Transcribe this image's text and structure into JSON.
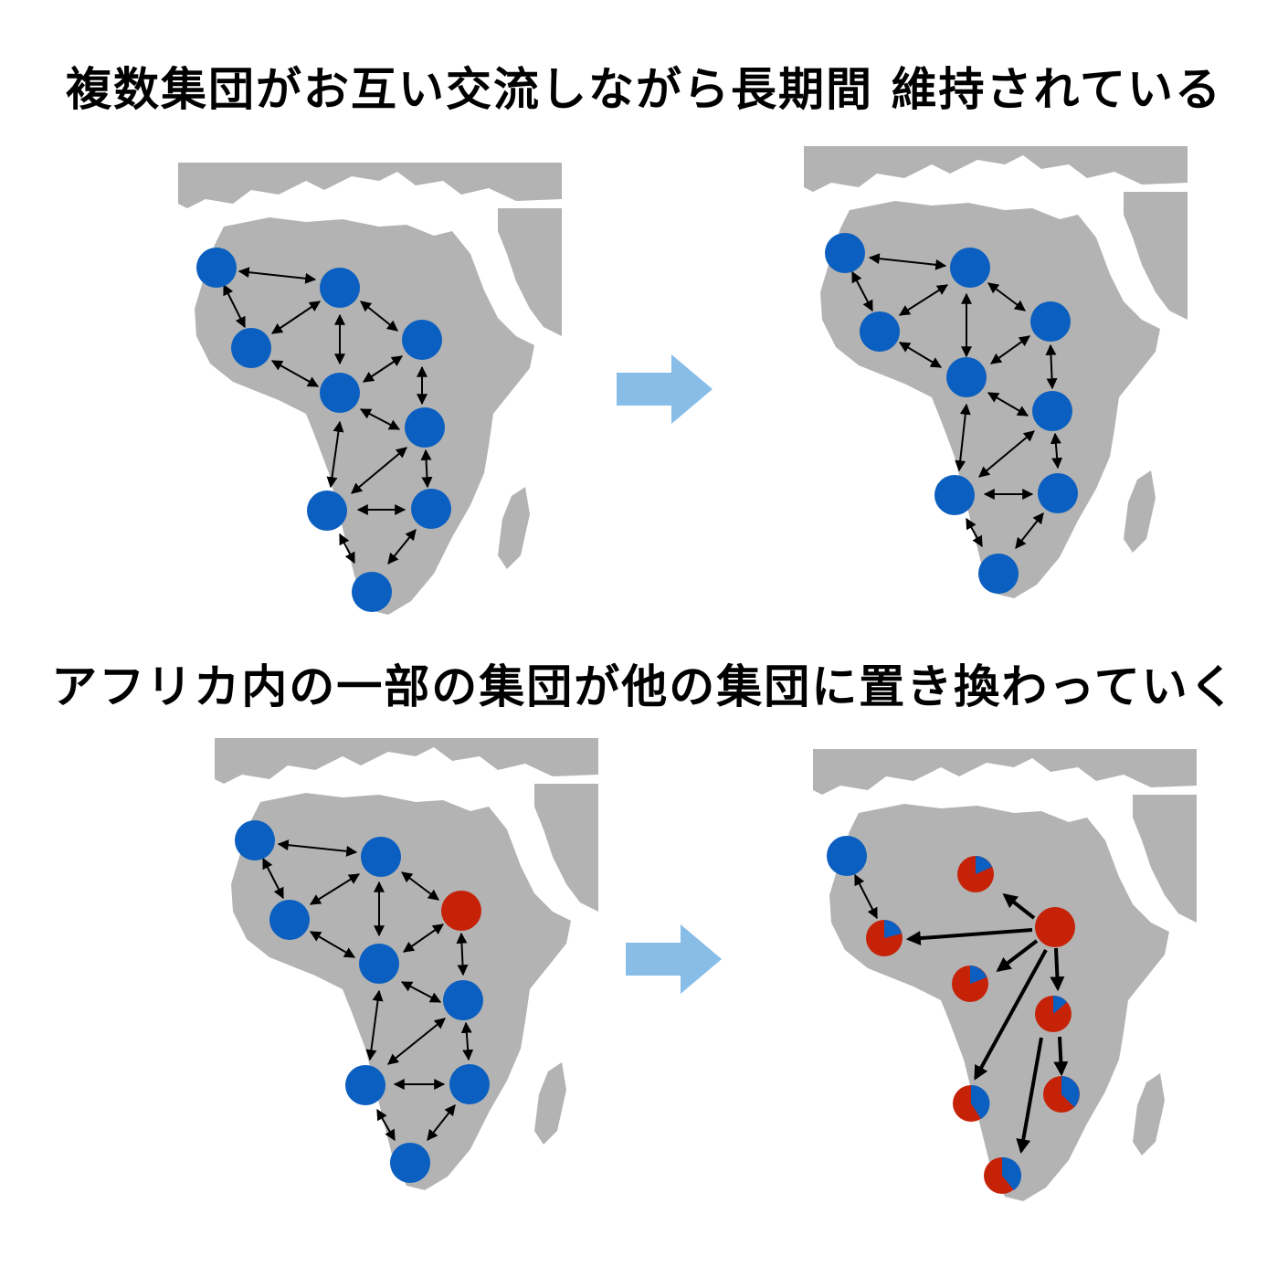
{
  "headings": {
    "top": "複数集団がお互い交流しながら長期間 維持されている",
    "bottom": "アフリカ内の一部の集団が他の集団に置き換わっていく"
  },
  "colors": {
    "land": "#b3b3b3",
    "blue_population": "#0a5fc0",
    "red_population": "#c62208",
    "transition_arrow": "#88bde8",
    "connector": "#000000"
  },
  "icons": {
    "population": "filled-circle",
    "mixed_population": "pie-chart-circle",
    "transition": "right-block-arrow"
  }
}
